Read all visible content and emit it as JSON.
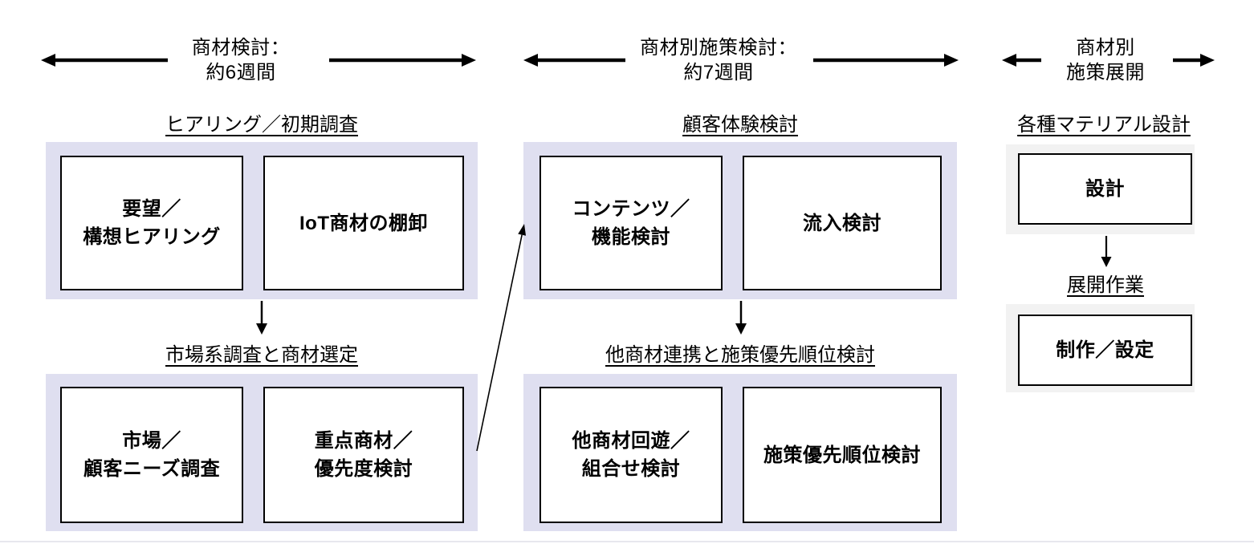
{
  "phases": [
    {
      "label": "商材検討：\n約6週間"
    },
    {
      "label": "商材別施策検討：\n約7週間"
    },
    {
      "label": "商材別\n施策展開"
    }
  ],
  "sections": [
    {
      "title": "ヒアリング／初期調査",
      "boxes": [
        {
          "label": "要望／\n構想ヒアリング"
        },
        {
          "label": "IoT商材の棚卸"
        }
      ]
    },
    {
      "title": "市場系調査と商材選定",
      "boxes": [
        {
          "label": "市場／\n顧客ニーズ調査"
        },
        {
          "label": "重点商材／\n優先度検討"
        }
      ]
    },
    {
      "title": "顧客体験検討",
      "boxes": [
        {
          "label": "コンテンツ／\n機能検討"
        },
        {
          "label": "流入検討"
        }
      ]
    },
    {
      "title": "他商材連携と施策優先順位検討",
      "boxes": [
        {
          "label": "他商材回遊／\n組合せ検討"
        },
        {
          "label": "施策優先順位検討"
        }
      ]
    },
    {
      "title": "各種マテリアル設計",
      "boxes": [
        {
          "label": "設計"
        }
      ]
    },
    {
      "title": "展開作業",
      "boxes": [
        {
          "label": "制作／設定"
        }
      ]
    }
  ],
  "colors": {
    "group_bg_purple": "#dfdff0",
    "group_bg_gray": "#f2f2f2",
    "box_border": "#000000",
    "arrow": "#000000",
    "footer_line": "#e7e7ee"
  }
}
